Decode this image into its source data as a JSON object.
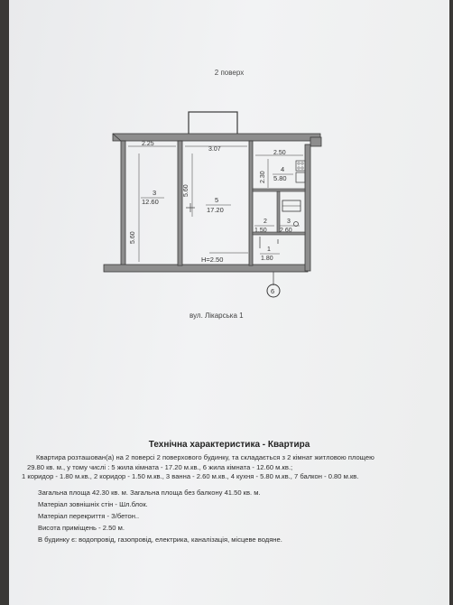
{
  "floor_label": "2 поверх",
  "street": "вул. Лікарська 1",
  "section_number": "6",
  "rooms": [
    {
      "num": "3",
      "area": "12.60"
    },
    {
      "num": "5",
      "area": "17.20"
    },
    {
      "num": "4",
      "area": "5.80"
    },
    {
      "num": "2",
      "area": "1.50"
    },
    {
      "num": "3",
      "area": "2.60"
    },
    {
      "num": "1",
      "area": "1.80"
    }
  ],
  "dimensions": {
    "d1": "2.25",
    "d2": "3.07",
    "d3": "2.50",
    "d4": "5.60",
    "d5": "5.60",
    "d6": "2.30"
  },
  "height_label": "H=2.50",
  "title": "Технічна характеристика - Квартира",
  "description_lines": [
    "Квартира розташован(а) на 2 поверсі 2 поверхового будинку, та складається з 2 кімнат житловою площею",
    "29.80 кв. м., у тому числі : 5 жила кімната - 17.20 м.кв., 6 жила кімната - 12.60 м.кв.;",
    "1 коридор - 1.80 м.кв., 2 коридор - 1.50 м.кв., 3 ванна - 2.60 м.кв., 4 кухня - 5.80 м.кв., 7 балкон - 0.80 м.кв."
  ],
  "specs": [
    "Загальна площа 42.30 кв. м.  Загальна площа без балкону 41.50 кв. м.",
    "Матеріал зовнішніх стін - Шл.блок.",
    "Матеріал перекриття - З/бетон..",
    "Висота приміщень - 2.50 м.",
    "В будинку є: водопровід, газопровід, електрика, каналізація, місцеве водяне."
  ]
}
